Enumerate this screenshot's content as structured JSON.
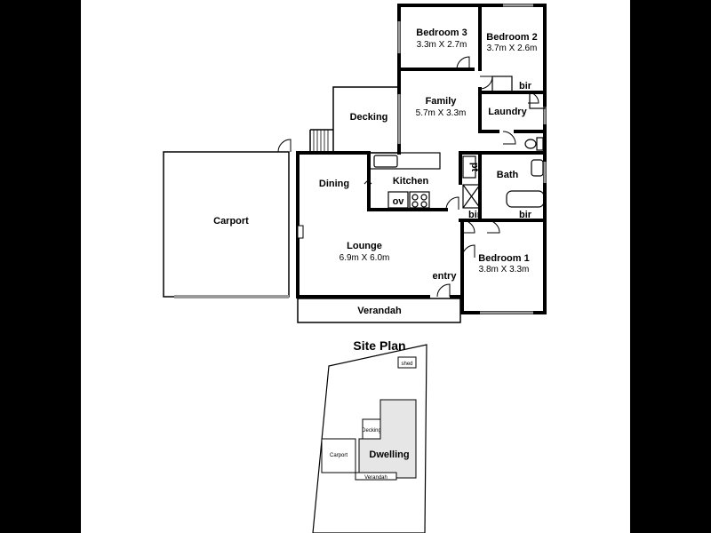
{
  "rooms": {
    "bedroom3": {
      "name": "Bedroom 3",
      "size": "3.3m X 2.7m"
    },
    "bedroom2": {
      "name": "Bedroom 2",
      "size": "3.7m X 2.6m"
    },
    "family": {
      "name": "Family",
      "size": "5.7m X 3.3m"
    },
    "decking": {
      "name": "Decking"
    },
    "laundry": {
      "name": "Laundry"
    },
    "dining": {
      "name": "Dining"
    },
    "kitchen": {
      "name": "Kitchen"
    },
    "bath": {
      "name": "Bath"
    },
    "carport": {
      "name": "Carport"
    },
    "lounge": {
      "name": "Lounge",
      "size": "6.9m X 6.0m"
    },
    "bedroom1": {
      "name": "Bedroom 1",
      "size": "3.8m X 3.3m"
    },
    "entry": {
      "name": "entry"
    },
    "verandah": {
      "name": "Verandah"
    }
  },
  "fixtures": {
    "bir_top": "bir",
    "bir_left": "bir",
    "bir_right": "bir",
    "pantry": "pt",
    "oven": "ov"
  },
  "site_plan": {
    "title": "Site Plan",
    "shed": "shed",
    "decking": "Decking",
    "carport": "Carport",
    "dwelling": "Dwelling",
    "verandah": "Verandah"
  }
}
